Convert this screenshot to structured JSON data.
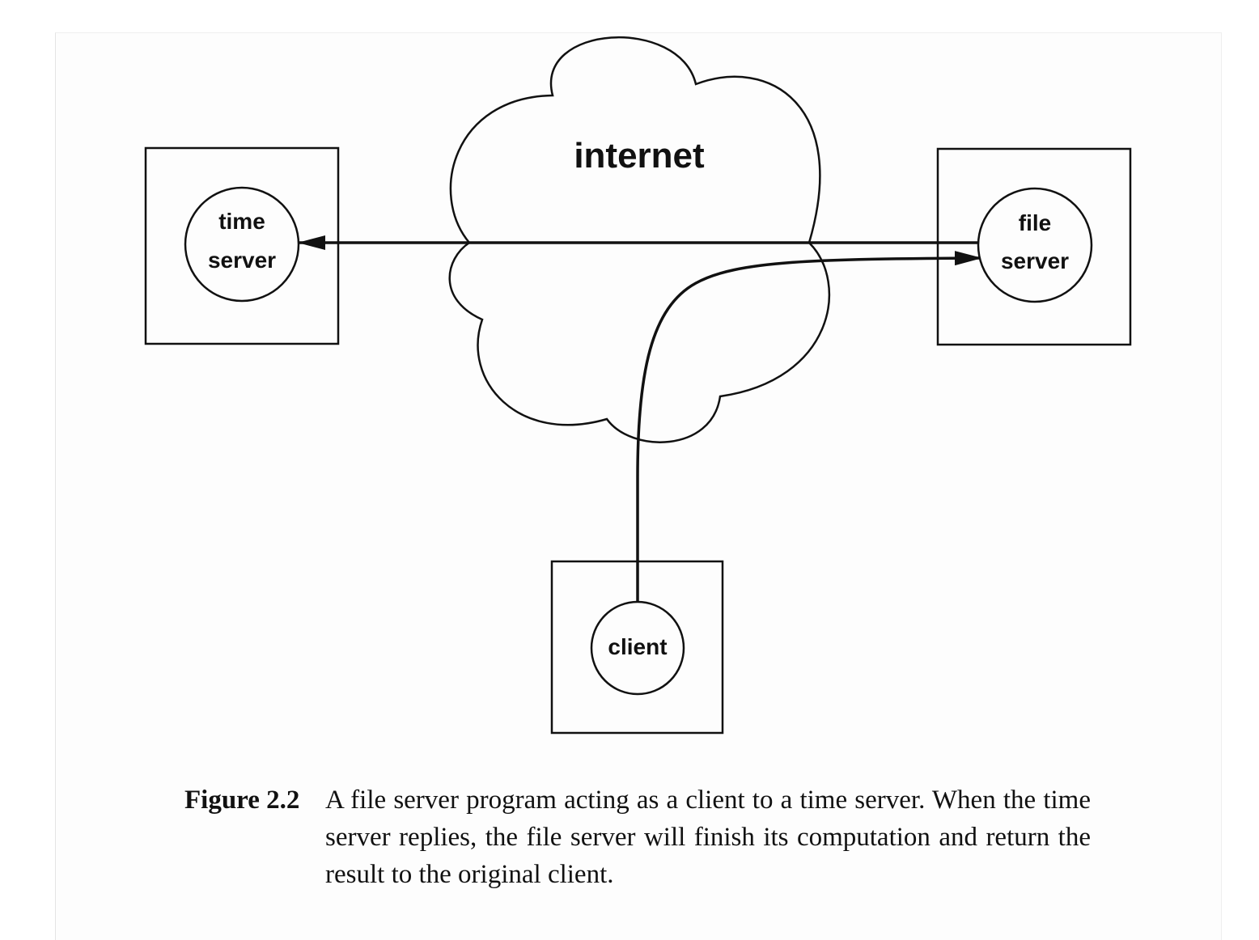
{
  "diagram": {
    "cloud_label": "internet",
    "nodes": [
      {
        "id": "time-server",
        "lines": [
          "time",
          "server"
        ]
      },
      {
        "id": "file-server",
        "lines": [
          "file",
          "server"
        ]
      },
      {
        "id": "client",
        "lines": [
          "client"
        ]
      }
    ],
    "edges": [
      {
        "from": "client",
        "to": "file-server",
        "directed": true
      },
      {
        "from": "file-server",
        "to": "time-server",
        "directed": true
      }
    ]
  },
  "caption": {
    "label": "Figure 2.2",
    "text": "A file server program acting as a client to a time server. When the time server replies, the file server will finish its computation and return the result to the original client."
  }
}
